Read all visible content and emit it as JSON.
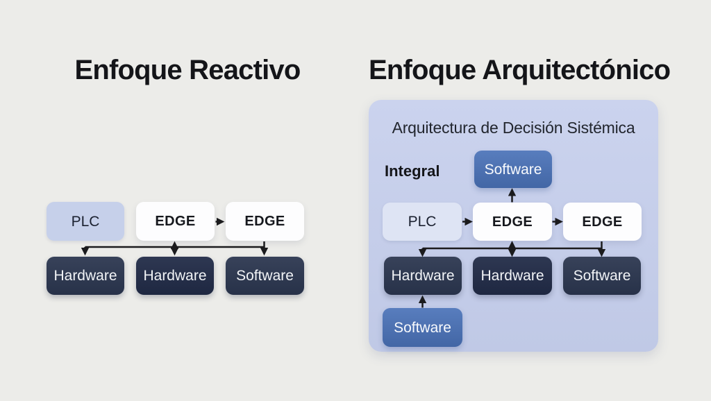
{
  "left": {
    "title": "Enfoque Reactivo",
    "plc": "PLC",
    "edge1": "EDGE",
    "edge2": "EDGE",
    "hardware1": "Hardware",
    "hardware2": "Hardware",
    "software": "Software"
  },
  "right": {
    "title": "Enfoque Arquitectónico",
    "panel_title": "Arquitectura de Decisión Sistémica",
    "integral": "Integral",
    "software_top": "Software",
    "plc": "PLC",
    "edge1": "EDGE",
    "edge2": "EDGE",
    "hardware1": "Hardware",
    "hardware2": "Hardware",
    "software_right": "Software",
    "software_bottom": "Software"
  },
  "colors": {
    "page-bg": "#ECECE9",
    "title-text": "#141519",
    "panel-top": "#CBD3EE",
    "panel-bottom": "#C0C9E6",
    "panel-title-text": "#22262E",
    "box-light": "#C6D0EA",
    "box-lighter": "#DEE4F4",
    "box-light-text": "#1B2130",
    "box-white": "#FDFDFE",
    "box-dark": "#2B364F",
    "box-dark-alt": "#212B47",
    "box-dark-text": "#F2F4F7",
    "box-blue": "#4A72B8",
    "box-blue-text": "#F8FAFD",
    "arrow": "#1B1B1D"
  }
}
